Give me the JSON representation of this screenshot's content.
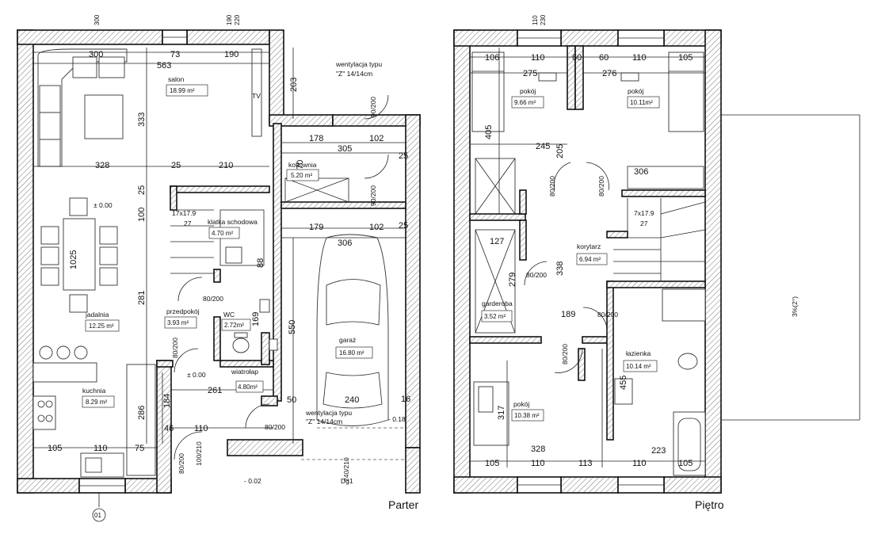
{
  "floors": {
    "ground": {
      "title": "Parter",
      "axis": "01",
      "rooms": [
        {
          "name": "salon",
          "area": "18.99 m²"
        },
        {
          "name": "jadalnia",
          "area": "12.25 m²"
        },
        {
          "name": "kuchnia",
          "area": "8.29 m²"
        },
        {
          "name": "klatka schodowa",
          "area": "4.70 m²"
        },
        {
          "name": "przedpokój",
          "area": "3.93 m²"
        },
        {
          "name": "WC",
          "area": "2.72m²"
        },
        {
          "name": "wiatrołap",
          "area": "4.80m²"
        },
        {
          "name": "kotłownia",
          "area": "5.20 m²"
        },
        {
          "name": "garaż",
          "area": "16.80 m²"
        }
      ],
      "furniture": {
        "tv": "TV"
      },
      "levels": [
        "± 0.00",
        "± 0.00",
        "- 0.02",
        "- 0.18"
      ],
      "stairs": [
        "17x17.9",
        "27"
      ],
      "notes": [
        "wentylacja typu",
        "\"Z\" 14/14cm",
        "wentylacja typu",
        "\"Z\" 14/14cm"
      ],
      "doors": [
        "90/200",
        "90/200",
        "80/200",
        "80/200",
        "80/200",
        "80/200",
        "100/210",
        "240/210",
        "Dg1"
      ],
      "dims": [
        "300",
        "73",
        "190",
        "563",
        "203",
        "333",
        "328",
        "25",
        "210",
        "25",
        "100",
        "1025",
        "281",
        "178",
        "305",
        "102",
        "170",
        "25",
        "179",
        "102",
        "25",
        "306",
        "88",
        "169",
        "550",
        "184",
        "261",
        "46",
        "110",
        "105",
        "110",
        "75",
        "286",
        "50",
        "240",
        "16",
        "300",
        "190",
        "220"
      ]
    },
    "upper": {
      "title": "Piętro",
      "rooms": [
        {
          "name": "pokój",
          "area": "9.66 m²"
        },
        {
          "name": "pokój",
          "area": "10.11m²"
        },
        {
          "name": "korytarz",
          "area": "6.94 m²"
        },
        {
          "name": "garderoba",
          "area": "3.52 m²"
        },
        {
          "name": "pokój",
          "area": "10.38 m²"
        },
        {
          "name": "łazienka",
          "area": "10.14 m²"
        }
      ],
      "stairs": [
        "7x17.9",
        "27"
      ],
      "roof": "3%(2°)",
      "doors": [
        "80/200",
        "80/200",
        "80/200",
        "80/200",
        "80/200"
      ],
      "dims": [
        "106",
        "110",
        "60",
        "60",
        "110",
        "105",
        "275",
        "276",
        "405",
        "245",
        "205",
        "306",
        "127",
        "279",
        "338",
        "189",
        "317",
        "328",
        "455",
        "223",
        "105",
        "110",
        "113",
        "110",
        "105",
        "110",
        "230"
      ]
    }
  }
}
